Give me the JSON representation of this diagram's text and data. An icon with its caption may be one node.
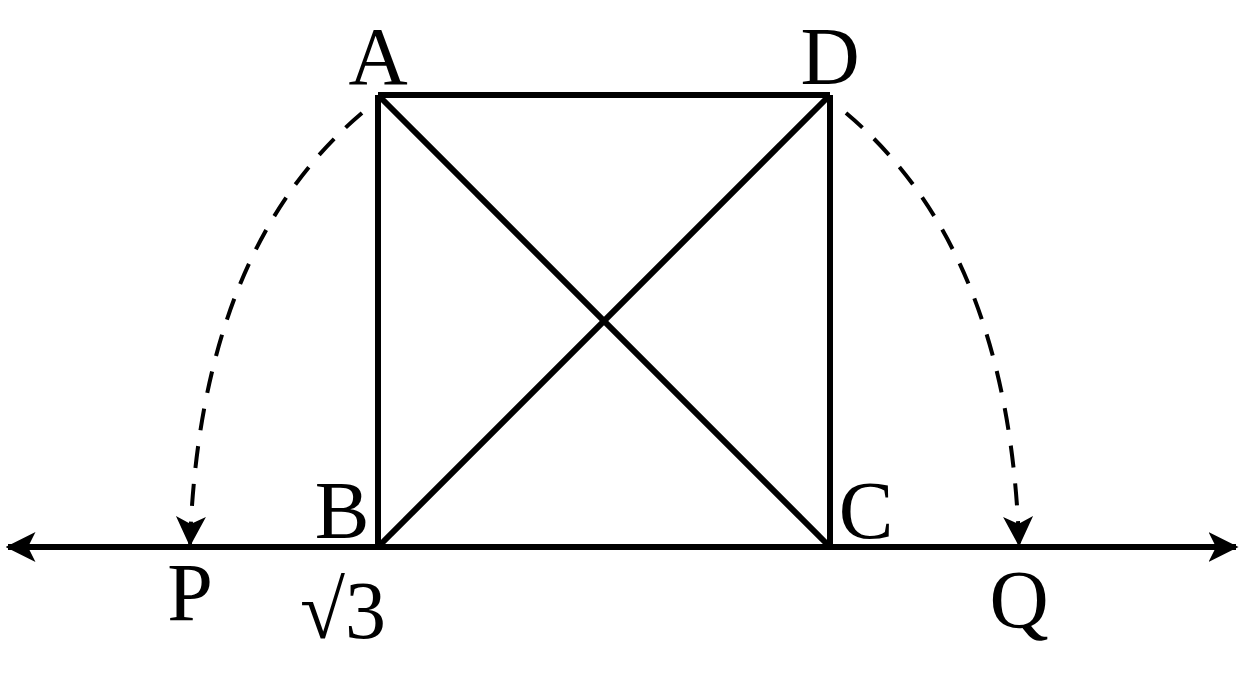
{
  "diagram": {
    "nodes": [
      {
        "text": [
          "A"
        ]
      },
      {
        "text": [
          "D"
        ]
      },
      {
        "text": [
          "B"
        ]
      },
      {
        "text": [
          "C"
        ]
      },
      {
        "text": [
          "P"
        ]
      },
      {
        "text": [
          "Q"
        ]
      }
    ],
    "edges": [
      {
        "from": 0,
        "to": 1,
        "arrow": "none"
      },
      {
        "from": 0,
        "to": 2,
        "arrow": "none"
      },
      {
        "from": 1,
        "to": 3,
        "arrow": "none"
      },
      {
        "from": 2,
        "to": 3,
        "arrow": "none"
      },
      {
        "from": 0,
        "to": 3,
        "arrow": "none"
      },
      {
        "from": 1,
        "to": 2,
        "arrow": "none"
      },
      {
        "from": 0,
        "to": 4,
        "arrow": "to",
        "style": "dashed"
      },
      {
        "from": 1,
        "to": 5,
        "arrow": "to",
        "style": "dashed"
      }
    ],
    "labels": [
      "√3"
    ]
  }
}
